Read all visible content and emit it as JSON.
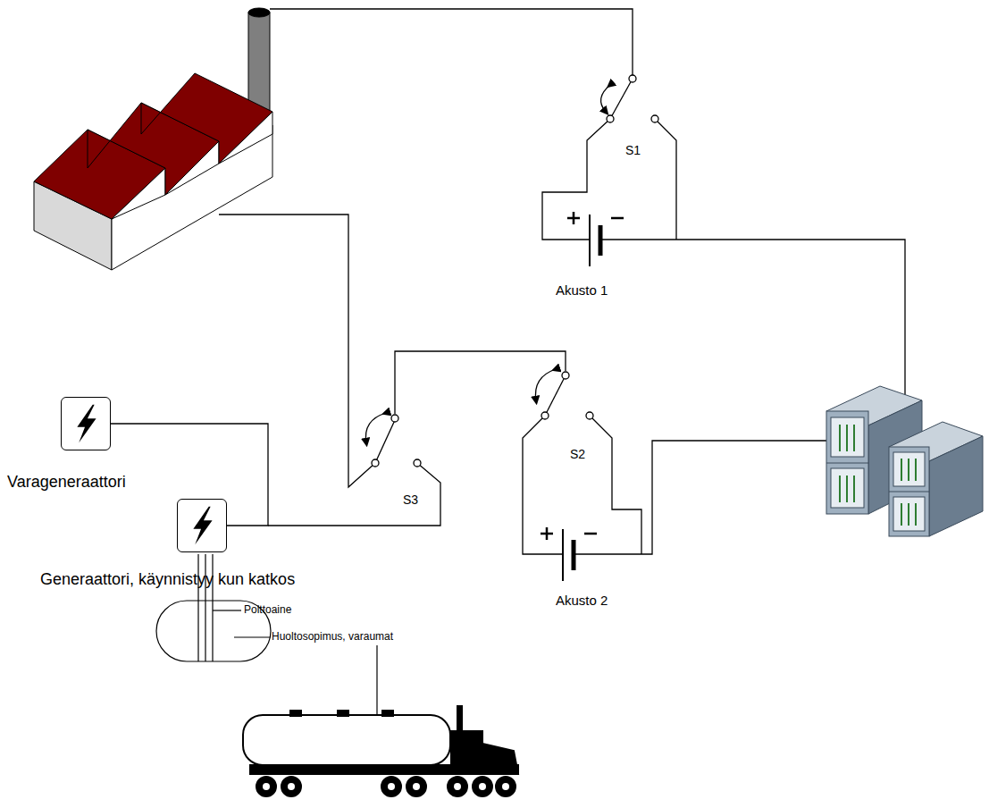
{
  "diagram": {
    "nodes": [
      {
        "text": [
          "Varageneraattori"
        ]
      },
      {
        "text": [
          "Generaattori, käynnistyy kun katkos"
        ]
      }
    ],
    "edges": [
      {
        "from": 0,
        "to": 1,
        "arrow": "none"
      }
    ],
    "labels": [
      "S1",
      "Akusto 1",
      "S3",
      "S2",
      "Akusto 2",
      "Polttoaine",
      "Huoltosopimus, varaumat"
    ]
  }
}
